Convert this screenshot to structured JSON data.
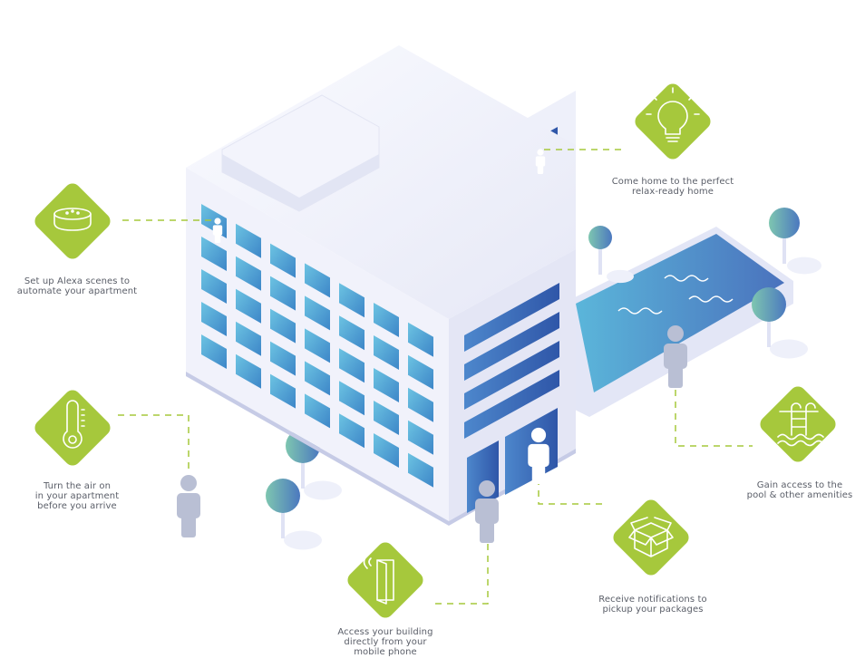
{
  "colors": {
    "accent_green": "#a6c83c",
    "building_face": "#eceef8",
    "window_blue": "#3f74c2",
    "window_light": "#5fb6dc",
    "person": "#b9bfd4",
    "tree_left": "#79c3b0",
    "tree_right": "#4c7cc0"
  },
  "features": [
    {
      "id": "alexa",
      "icon": "smart-speaker-icon",
      "lines": [
        "Set up Alexa scenes to",
        "automate your apartment"
      ]
    },
    {
      "id": "lighting",
      "icon": "light-bulb-icon",
      "lines": [
        "Come home to the perfect",
        "relax-ready home"
      ]
    },
    {
      "id": "climate",
      "icon": "thermometer-icon",
      "lines": [
        "Turn the air on",
        "in your apartment",
        "before you arrive"
      ]
    },
    {
      "id": "amenities",
      "icon": "pool-ladder-icon",
      "lines": [
        "Gain access to the",
        "pool & other amenities"
      ]
    },
    {
      "id": "packages",
      "icon": "open-box-icon",
      "lines": [
        "Receive notifications to",
        "pickup your packages"
      ]
    },
    {
      "id": "access",
      "icon": "smart-door-icon",
      "lines": [
        "Access your building",
        "directly from your",
        "mobile phone"
      ]
    }
  ]
}
